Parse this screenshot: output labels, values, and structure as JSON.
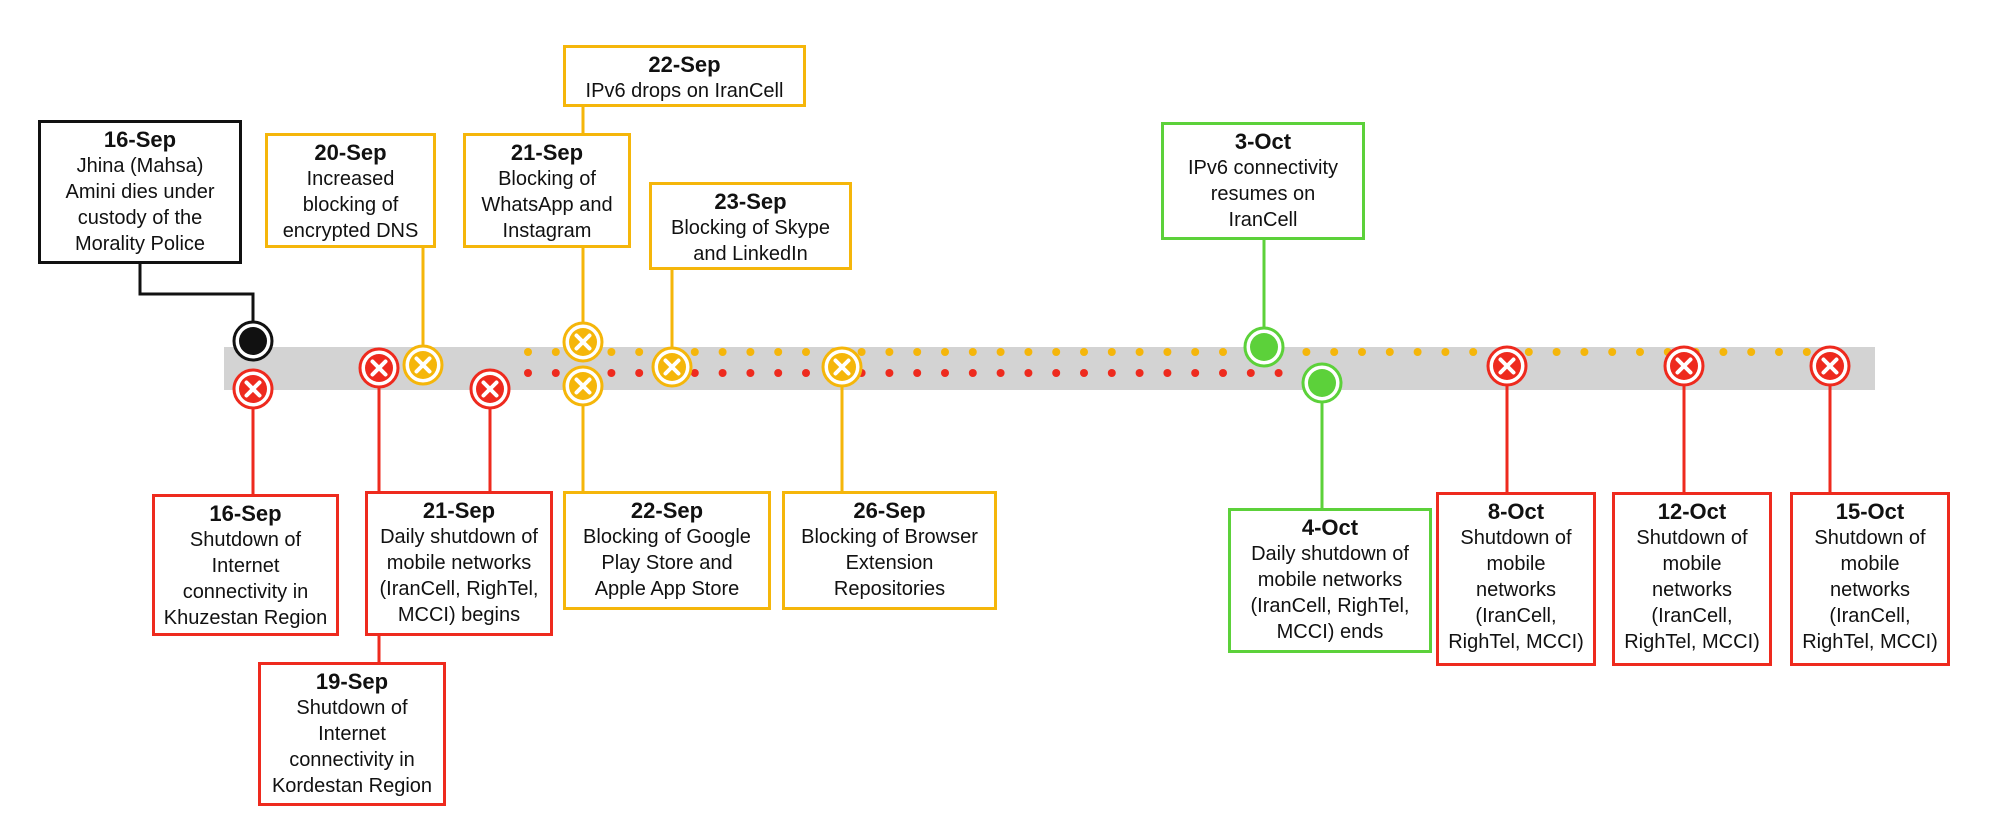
{
  "colors": {
    "black": "#111111",
    "red": "#ee2a1e",
    "yellow": "#f5b60a",
    "green": "#5cd13a",
    "track": "#d3d3d3"
  },
  "legend_semantics": {
    "black": "key event",
    "red": "network shutdown",
    "yellow": "service blocking",
    "green": "restoration"
  },
  "events": [
    {
      "id": "e-16sep-amini",
      "date": "16-Sep",
      "desc": "Jhina (Mahsa)\nAmini dies under\ncustody of the\nMorality Police",
      "category": "black",
      "marker": "dot-icon"
    },
    {
      "id": "e-16sep-khuzestan",
      "date": "16-Sep",
      "desc": "Shutdown of\nInternet\nconnectivity in\nKhuzestan Region",
      "category": "red",
      "marker": "x-circle-icon"
    },
    {
      "id": "e-19sep-kordestan",
      "date": "19-Sep",
      "desc": "Shutdown of\nInternet\nconnectivity in\nKordestan Region",
      "category": "red",
      "marker": "x-circle-icon"
    },
    {
      "id": "e-20sep-dns",
      "date": "20-Sep",
      "desc": "Increased\nblocking of\nencrypted DNS",
      "category": "yellow",
      "marker": "x-circle-icon"
    },
    {
      "id": "e-21sep-whatsapp",
      "date": "21-Sep",
      "desc": "Blocking of\nWhatsApp and\nInstagram",
      "category": "yellow",
      "marker": "x-circle-icon"
    },
    {
      "id": "e-21sep-mobile",
      "date": "21-Sep",
      "desc": "Daily shutdown of\nmobile networks\n(IranCell, RighTel,\nMCCI) begins",
      "category": "red",
      "marker": "x-circle-icon"
    },
    {
      "id": "e-22sep-ipv6",
      "date": "22-Sep",
      "desc": "IPv6 drops on IranCell",
      "category": "yellow",
      "marker": "x-circle-icon"
    },
    {
      "id": "e-22sep-appstores",
      "date": "22-Sep",
      "desc": "Blocking of Google\nPlay Store and\nApple App Store",
      "category": "yellow",
      "marker": "x-circle-icon"
    },
    {
      "id": "e-23sep-skype",
      "date": "23-Sep",
      "desc": "Blocking of Skype\nand LinkedIn",
      "category": "yellow",
      "marker": "x-circle-icon"
    },
    {
      "id": "e-26sep-extensions",
      "date": "26-Sep",
      "desc": "Blocking of Browser\nExtension\nRepositories",
      "category": "yellow",
      "marker": "x-circle-icon"
    },
    {
      "id": "e-3oct-ipv6",
      "date": "3-Oct",
      "desc": "IPv6 connectivity\nresumes on\nIranCell",
      "category": "green",
      "marker": "dot-icon"
    },
    {
      "id": "e-4oct-mobile-ends",
      "date": "4-Oct",
      "desc": "Daily shutdown of\nmobile networks\n(IranCell, RighTel,\nMCCI) ends",
      "category": "green",
      "marker": "dot-icon"
    },
    {
      "id": "e-8oct",
      "date": "8-Oct",
      "desc": "Shutdown of\nmobile\nnetworks\n(IranCell,\nRighTel, MCCI)",
      "category": "red",
      "marker": "x-circle-icon"
    },
    {
      "id": "e-12oct",
      "date": "12-Oct",
      "desc": "Shutdown of\nmobile\nnetworks\n(IranCell,\nRighTel, MCCI)",
      "category": "red",
      "marker": "x-circle-icon"
    },
    {
      "id": "e-15oct",
      "date": "15-Oct",
      "desc": "Shutdown of\nmobile\nnetworks\n(IranCell,\nRighTel, MCCI)",
      "category": "red",
      "marker": "x-circle-icon"
    }
  ],
  "ongoing": [
    {
      "name": "ongoing-blocking",
      "category": "yellow",
      "from": "21-Sep",
      "to": "15-Oct+"
    },
    {
      "name": "ongoing-mobile-shutdown",
      "category": "red",
      "from": "21-Sep",
      "to": "4-Oct"
    }
  ]
}
